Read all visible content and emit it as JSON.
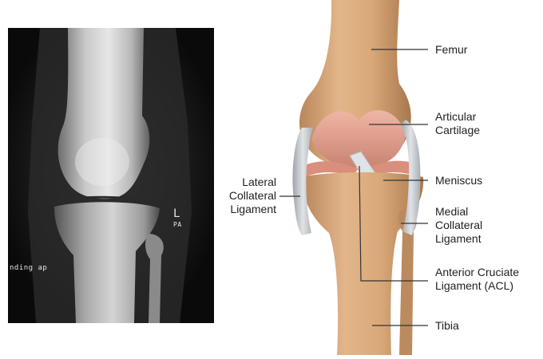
{
  "xray": {
    "marker_letter": "L",
    "marker_sub": "PA",
    "caption": "nding ap"
  },
  "labels": {
    "femur": "Femur",
    "articular_cartilage": "Articular\nCartilage",
    "meniscus": "Meniscus",
    "medial_collateral": "Medial\nCollateral\nLigament",
    "acl": "Anterior Cruciate\nLigament (ACL)",
    "tibia": "Tibia",
    "lateral_collateral": "Lateral\nCollateral\nLigament"
  },
  "colors": {
    "bone": "#d6a679",
    "bone_shadow": "#a8774c",
    "cartilage": "#e0a090",
    "ligament": "#c9ccd1",
    "xray_bg": "#0b0b0b"
  }
}
